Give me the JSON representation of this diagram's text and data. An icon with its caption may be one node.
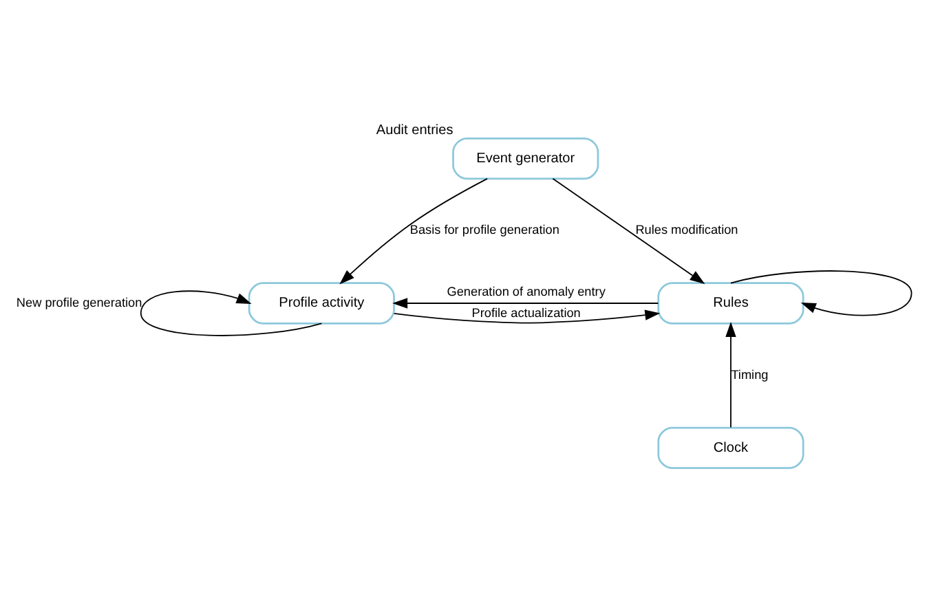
{
  "diagram": {
    "nodes": [
      {
        "text": [
          "Event generator"
        ],
        "beside": [
          "Audit entries"
        ]
      },
      {
        "text": [
          "Profile activity"
        ]
      },
      {
        "text": [
          "Rules"
        ]
      },
      {
        "text": [
          "Clock"
        ]
      }
    ],
    "edges": [
      {
        "from": 0,
        "to": 1,
        "arrow": "to",
        "label": "Basis for profile generation"
      },
      {
        "from": 0,
        "to": 2,
        "arrow": "to",
        "label": "Rules modification"
      },
      {
        "from": 1,
        "to": 2,
        "arrow": "to",
        "label": "Profile actualization"
      },
      {
        "from": 2,
        "to": 1,
        "arrow": "to",
        "label": "Generation of anomaly entry"
      },
      {
        "from": 2,
        "to": 2,
        "arrow": "to"
      },
      {
        "from": 1,
        "to": 1,
        "arrow": "to",
        "label": "New profile generation"
      },
      {
        "from": 3,
        "to": 2,
        "arrow": "to",
        "label": "Timing"
      }
    ]
  }
}
